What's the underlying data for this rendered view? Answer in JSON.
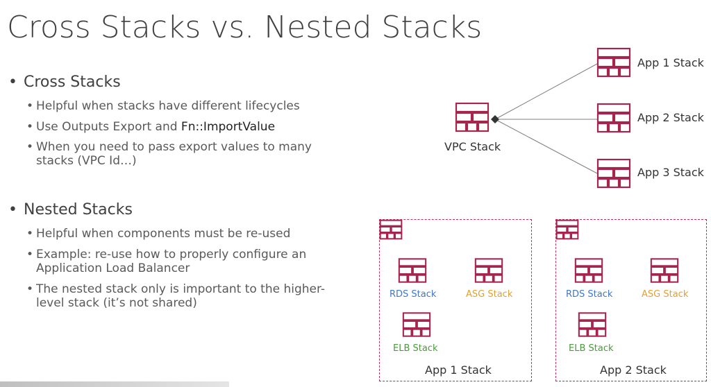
{
  "title": "Cross Stacks vs. Nested Stacks",
  "sections": [
    {
      "heading": "Cross Stacks",
      "items": [
        {
          "text": "Helpful when stacks have different lifecycles"
        },
        {
          "pre": "Use Outputs Export and ",
          "highlight": "Fn::ImportValue"
        },
        {
          "text": "When you need to pass export values to many stacks (VPC Id…)"
        }
      ]
    },
    {
      "heading": "Nested Stacks",
      "items": [
        {
          "text": "Helpful when components must be re-used"
        },
        {
          "text": "Example: re-use how to properly configure an Application Load Balancer"
        },
        {
          "text": "The nested stack only is important to the higher-level stack (it’s not shared)"
        }
      ]
    }
  ],
  "diagram": {
    "cross": {
      "vpc_label": "VPC Stack",
      "apps": [
        "App 1 Stack",
        "App 2 Stack",
        "App 3 Stack"
      ]
    },
    "nested": [
      {
        "label": "App 1 Stack",
        "rds": "RDS Stack",
        "asg": "ASG Stack",
        "elb": "ELB Stack"
      },
      {
        "label": "App 2 Stack",
        "rds": "RDS Stack",
        "asg": "ASG Stack",
        "elb": "ELB Stack"
      }
    ],
    "colors": {
      "stack_icon": "#a4264f",
      "rds": "#3f76c8",
      "asg": "#e0a030",
      "elb": "#4a9a3a",
      "connector": "#7f7f7f"
    }
  }
}
